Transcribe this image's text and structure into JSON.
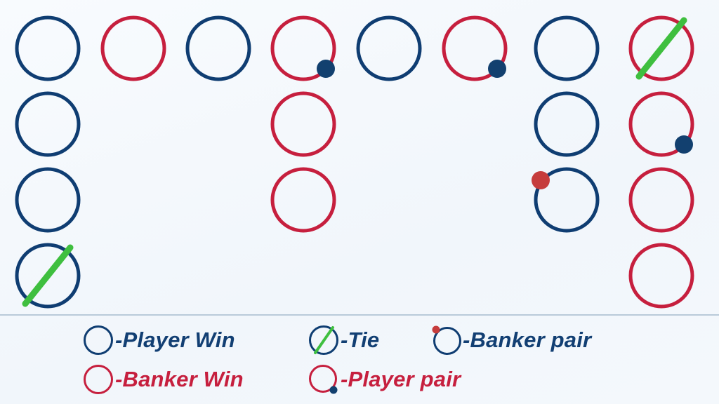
{
  "colors": {
    "player": "#0f3d72",
    "banker": "#c61f3e",
    "tie": "#3fbf3f",
    "player_pair_dot": "#12406f",
    "banker_pair_dot": "#c63c3c",
    "background": "#f4f8fc",
    "divider": "#b9cad9"
  },
  "bead_road": {
    "columns_x": [
      68,
      190,
      311,
      432,
      554,
      676,
      807,
      942
    ],
    "rows_y": [
      69,
      177,
      285,
      393
    ],
    "radius": 44,
    "stroke": 5,
    "beads": [
      {
        "col": 0,
        "row": 0,
        "result": "player",
        "tie": false,
        "player_pair": false,
        "banker_pair": false
      },
      {
        "col": 0,
        "row": 1,
        "result": "player",
        "tie": false,
        "player_pair": false,
        "banker_pair": false
      },
      {
        "col": 0,
        "row": 2,
        "result": "player",
        "tie": false,
        "player_pair": false,
        "banker_pair": false
      },
      {
        "col": 0,
        "row": 3,
        "result": "player",
        "tie": true,
        "player_pair": false,
        "banker_pair": false
      },
      {
        "col": 1,
        "row": 0,
        "result": "banker",
        "tie": false,
        "player_pair": false,
        "banker_pair": false
      },
      {
        "col": 2,
        "row": 0,
        "result": "player",
        "tie": false,
        "player_pair": false,
        "banker_pair": false
      },
      {
        "col": 3,
        "row": 0,
        "result": "banker",
        "tie": false,
        "player_pair": true,
        "banker_pair": false
      },
      {
        "col": 3,
        "row": 1,
        "result": "banker",
        "tie": false,
        "player_pair": false,
        "banker_pair": false
      },
      {
        "col": 3,
        "row": 2,
        "result": "banker",
        "tie": false,
        "player_pair": false,
        "banker_pair": false
      },
      {
        "col": 4,
        "row": 0,
        "result": "player",
        "tie": false,
        "player_pair": false,
        "banker_pair": false
      },
      {
        "col": 5,
        "row": 0,
        "result": "banker",
        "tie": false,
        "player_pair": true,
        "banker_pair": false
      },
      {
        "col": 6,
        "row": 0,
        "result": "player",
        "tie": false,
        "player_pair": false,
        "banker_pair": false
      },
      {
        "col": 6,
        "row": 1,
        "result": "player",
        "tie": false,
        "player_pair": false,
        "banker_pair": false
      },
      {
        "col": 6,
        "row": 2,
        "result": "player",
        "tie": false,
        "player_pair": false,
        "banker_pair": true
      },
      {
        "col": 7,
        "row": 0,
        "result": "banker",
        "tie": true,
        "player_pair": false,
        "banker_pair": false
      },
      {
        "col": 7,
        "row": 1,
        "result": "banker",
        "tie": false,
        "player_pair": true,
        "banker_pair": false
      },
      {
        "col": 7,
        "row": 2,
        "result": "banker",
        "tie": false,
        "player_pair": false,
        "banker_pair": false
      },
      {
        "col": 7,
        "row": 3,
        "result": "banker",
        "tie": false,
        "player_pair": false,
        "banker_pair": false
      }
    ]
  },
  "legend": {
    "player_win": {
      "label": "-Player Win",
      "icon": "player-win-circle-icon"
    },
    "tie": {
      "label": "-Tie",
      "icon": "tie-circle-icon"
    },
    "banker_pair": {
      "label": "-Banker pair",
      "icon": "banker-pair-circle-icon"
    },
    "banker_win": {
      "label": "-Banker Win",
      "icon": "banker-win-circle-icon"
    },
    "player_pair": {
      "label": "-Player pair",
      "icon": "player-pair-circle-icon"
    }
  }
}
